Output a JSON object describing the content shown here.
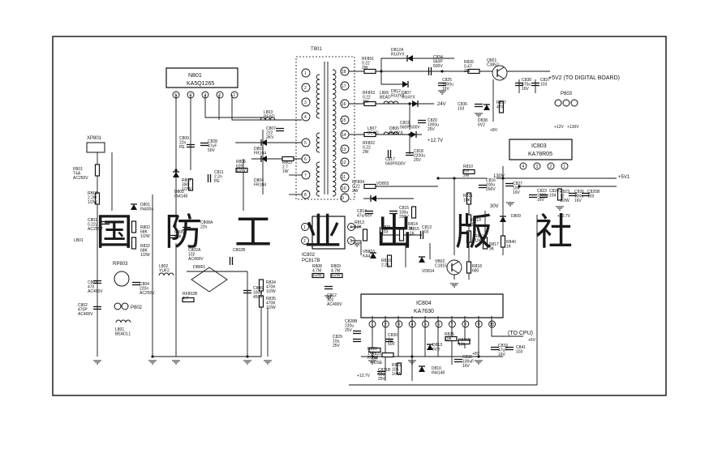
{
  "transformer": {
    "name": "T801",
    "pins_left": [
      "1",
      "2",
      "3",
      "4",
      "5",
      "6",
      "7",
      "8"
    ],
    "pins_right": [
      "18",
      "17",
      "16",
      "15",
      "14",
      "13",
      "12",
      "11",
      "10",
      "9"
    ]
  },
  "ics": {
    "n801": {
      "ref": "N801",
      "part": "KA5Q1265",
      "pins": [
        "5",
        "4",
        "3",
        "2",
        "1"
      ]
    },
    "ic802": {
      "ref": "IC802",
      "part": "PC817B",
      "pins": [
        "1",
        "2",
        "4",
        "3"
      ]
    },
    "ic803": {
      "ref": "IC803",
      "part": "KA78R05",
      "pins": [
        "4",
        "3",
        "2",
        "1"
      ]
    },
    "ic804": {
      "ref": "IC804",
      "part": "KA7630",
      "pins": [
        "1",
        "2",
        "3",
        "4",
        "5",
        "6",
        "7",
        "8",
        "9",
        "10"
      ]
    }
  },
  "nets": {
    "v5v2": "+5V2 (TO DIGITAL BOARD)",
    "v24": "24V",
    "v127": "+12.7V",
    "v130": "130V",
    "v30": "30V",
    "v5v1": "+5V1",
    "v127_low": "+12.7V",
    "v8_top": "+8V",
    "v8_bot": "+8V",
    "v5_cpu": "+5V",
    "to_cpu": "(TO CPU)",
    "p803_12": "+12V",
    "p803_130": "+130V"
  },
  "connectors": {
    "xp801": "XP801",
    "p803": "P803",
    "p802": "P802",
    "rp803": "RP803"
  },
  "components": [
    {
      "ref": "RF801",
      "value": "0.22",
      "rating": "2W"
    },
    {
      "ref": "D812A",
      "value": "RU3YX"
    },
    {
      "ref": "D812",
      "value": "RU3YX"
    },
    {
      "ref": "C834",
      "value": "560P",
      "rating": "500V"
    },
    {
      "ref": "R826",
      "value": "0.47",
      "rating": "2W"
    },
    {
      "ref": "Q801",
      "value": "C3852"
    },
    {
      "ref": "C825",
      "value": "1000u",
      "rating": "16V"
    },
    {
      "ref": "C838",
      "value": "470u",
      "rating": "16V"
    },
    {
      "ref": "C837",
      "value": "103"
    },
    {
      "ref": "C836",
      "value": "103"
    },
    {
      "ref": "D838",
      "value": "6V2"
    },
    {
      "ref": "R827",
      "value": "470"
    },
    {
      "ref": "RF803",
      "value": "0.22",
      "rating": "2W"
    },
    {
      "ref": "L806",
      "value": "BEAD"
    },
    {
      "ref": "D807",
      "value": "RU4YX"
    },
    {
      "ref": "C819",
      "value": "560P/500V"
    },
    {
      "ref": "C820",
      "value": "1000u",
      "rating": "25V"
    },
    {
      "ref": "L807",
      "value": "BEAD"
    },
    {
      "ref": "D806",
      "value": "RU2YX"
    },
    {
      "ref": "RF802",
      "value": "0.22",
      "rating": "2W"
    },
    {
      "ref": "C817",
      "value": "560P/500V"
    },
    {
      "ref": "C818",
      "value": "2200u",
      "rating": "25V"
    },
    {
      "ref": "L803",
      "value": "BEAD"
    },
    {
      "ref": "C807",
      "value": "222",
      "rating": "2KV"
    },
    {
      "ref": "D803",
      "value": "FR104"
    },
    {
      "ref": "D804",
      "value": "FR104"
    },
    {
      "ref": "R803",
      "value": "2.7",
      "rating": "1W"
    },
    {
      "ref": "R806",
      "value": "620",
      "rating": "1/2W"
    },
    {
      "ref": "C809",
      "value": "22n",
      "rating": "PE"
    },
    {
      "ref": "C828",
      "value": "47uF",
      "rating": "50V"
    },
    {
      "ref": "R807",
      "value": "390",
      "rating": "1/2W"
    },
    {
      "ref": "D805",
      "value": "IN4148"
    },
    {
      "ref": "C811",
      "value": "2.2n",
      "rating": "PE"
    },
    {
      "ref": "FB01",
      "value": "T4A",
      "rating": "AC250V"
    },
    {
      "ref": "RB01",
      "value": "2.2M",
      "rating": "1/2W"
    },
    {
      "ref": "C801",
      "value": "0.22u",
      "rating": "AC250V"
    },
    {
      "ref": "LB01",
      "value": ""
    },
    {
      "ref": "D801",
      "value": "IN4004"
    },
    {
      "ref": "R802",
      "value": "68K",
      "rating": "1/2W"
    },
    {
      "ref": "R832",
      "value": "68K",
      "rating": "1/2W"
    },
    {
      "ref": "C808A",
      "value": "22n"
    },
    {
      "ref": "C805",
      "value": "68K"
    },
    {
      "ref": "L802",
      "value": "YUF2"
    },
    {
      "ref": "C803",
      "value": "470",
      "rating": "AC400V"
    },
    {
      "ref": "C804",
      "value": "220n",
      "rating": "AC250V"
    },
    {
      "ref": "C802",
      "value": "470P",
      "rating": "AC400V"
    },
    {
      "ref": "RF802B",
      "value": "4.7"
    },
    {
      "ref": "L801",
      "value": "BEADL1"
    },
    {
      "ref": "DB801",
      "value": ""
    },
    {
      "ref": "C802A",
      "value": "102",
      "rating": "AC400V"
    },
    {
      "ref": "C802B",
      "value": ""
    },
    {
      "ref": "C806",
      "value": "330u",
      "rating": "450V"
    },
    {
      "ref": "R834",
      "value": "470K",
      "rating": "1/2W"
    },
    {
      "ref": "R835",
      "value": "470K",
      "rating": "1/2W"
    },
    {
      "ref": "RF804",
      "value": "0.22",
      "rating": "2W"
    },
    {
      "ref": "VD803",
      "value": ""
    },
    {
      "ref": "C814",
      "value": "47u/50V"
    },
    {
      "ref": "C815",
      "value": "100u",
      "rating": "200V"
    },
    {
      "ref": "R814",
      "value": "1K"
    },
    {
      "ref": "R813",
      "value": "12K"
    },
    {
      "ref": "R815",
      "value": "1K"
    },
    {
      "ref": "R816",
      "value": "2.2K"
    },
    {
      "ref": "C831",
      "value": "103"
    },
    {
      "ref": "C813",
      "value": "103"
    },
    {
      "ref": "VB803",
      "value": "KA431"
    },
    {
      "ref": "VB02",
      "value": "C1815"
    },
    {
      "ref": "VD814",
      "value": ""
    },
    {
      "ref": "R808",
      "value": "4.7M",
      "rating": "1/2W"
    },
    {
      "ref": "R809",
      "value": "4.7M",
      "rating": "1/2W"
    },
    {
      "ref": "C812",
      "value": "102",
      "rating": "AC400V"
    },
    {
      "ref": "R810",
      "value": "5.6",
      "rating": "2W"
    },
    {
      "ref": "C816",
      "value": "100u",
      "rating": "200V"
    },
    {
      "ref": "R811",
      "value": "10K"
    },
    {
      "ref": "R819",
      "value": "1K"
    },
    {
      "ref": "R812",
      "value": "10K"
    },
    {
      "ref": "R817",
      "value": "3K"
    },
    {
      "ref": "R818",
      "value": "680"
    },
    {
      "ref": "C827",
      "value": "10u",
      "rating": "16V"
    },
    {
      "ref": "C823",
      "value": "1000u",
      "rating": "16V"
    },
    {
      "ref": "C824",
      "value": "104"
    },
    {
      "ref": "R823",
      "value": "12",
      "rating": "1/2W"
    },
    {
      "ref": "C826",
      "value": "100u",
      "rating": "16V"
    },
    {
      "ref": "C825B",
      "value": "103"
    },
    {
      "ref": "R840",
      "value": "1K"
    },
    {
      "ref": "D809",
      "value": ""
    },
    {
      "ref": "C828B",
      "value": "220u",
      "rating": "25V"
    },
    {
      "ref": "C829",
      "value": "10u",
      "rating": "25V"
    },
    {
      "ref": "C830",
      "value": "1u",
      "rating": "50V"
    },
    {
      "ref": "R820",
      "value": "1W",
      "rating": "FUSE"
    },
    {
      "ref": "R821",
      "value": "1W",
      "rating": "FUSE"
    },
    {
      "ref": "C831B",
      "value": "10u",
      "rating": "25V"
    },
    {
      "ref": "R822",
      "value": "10K",
      "rating": "1/4W"
    },
    {
      "ref": "D810",
      "value": "IN4148"
    },
    {
      "ref": "D813",
      "value": "6V8"
    },
    {
      "ref": "R825",
      "value": "10K"
    },
    {
      "ref": "R826B",
      "value": "10K"
    },
    {
      "ref": "C832",
      "value": "100uF",
      "rating": "16V"
    },
    {
      "ref": "C833",
      "value": "47uF",
      "rating": "16V"
    },
    {
      "ref": "C841",
      "value": "103"
    }
  ],
  "watermark": "国防工业出版社",
  "colors": {
    "ink": "#111111",
    "paper": "#ffffff"
  }
}
